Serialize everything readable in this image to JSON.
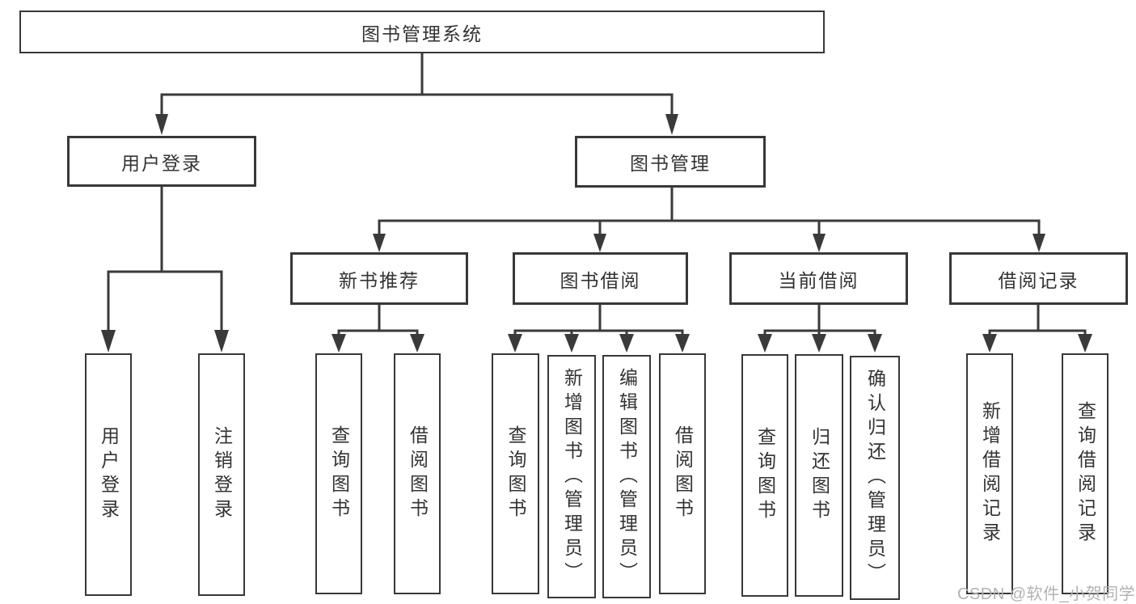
{
  "tree": {
    "root": {
      "label": "图书管理系统"
    },
    "children": [
      {
        "label": "用户登录",
        "leaves": [
          "用户登录",
          "注销登录"
        ]
      },
      {
        "label": "图书管理",
        "children": [
          {
            "label": "新书推荐",
            "leaves": [
              "查询图书",
              "借阅图书"
            ]
          },
          {
            "label": "图书借阅",
            "leaves": [
              "查询图书",
              "新增图书（管理员）",
              "编辑图书（管理员）",
              "借阅图书"
            ]
          },
          {
            "label": "当前借阅",
            "leaves": [
              "查询图书",
              "归还图书",
              "确认归还（管理员）"
            ]
          },
          {
            "label": "借阅记录",
            "leaves": [
              "新增借阅记录",
              "查询借阅记录"
            ]
          }
        ]
      }
    ]
  },
  "watermark": {
    "text": "CSDN @软件_小贺同学"
  },
  "colors": {
    "line": "#3a3a3a",
    "box_border": "#383838",
    "box_fill": "#ffffff",
    "text": "#333333",
    "watermark": "#b2b2b2",
    "background": "#ffffff"
  }
}
